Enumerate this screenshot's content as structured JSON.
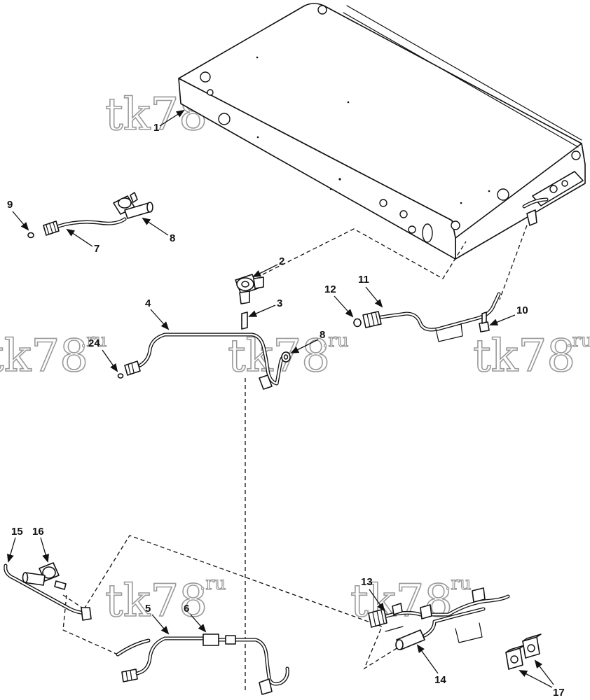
{
  "watermark": {
    "main": "tk78",
    "sub": ".ru"
  },
  "callouts": {
    "p1": "1",
    "p2": "2",
    "p3": "3",
    "p4": "4",
    "p5": "5",
    "p6": "6",
    "p7": "7",
    "p8a": "8",
    "p8b": "8",
    "p9": "9",
    "p10": "10",
    "p11": "11",
    "p12": "12",
    "p13": "13",
    "p14": "14",
    "p15": "15",
    "p16": "16",
    "p17": "17",
    "p24": "24"
  },
  "colors": {
    "ink": "#111111",
    "watermark": "#9a9a9a",
    "background": "#ffffff"
  },
  "icons": {
    "arrowhead": "arrow-head-icon"
  }
}
